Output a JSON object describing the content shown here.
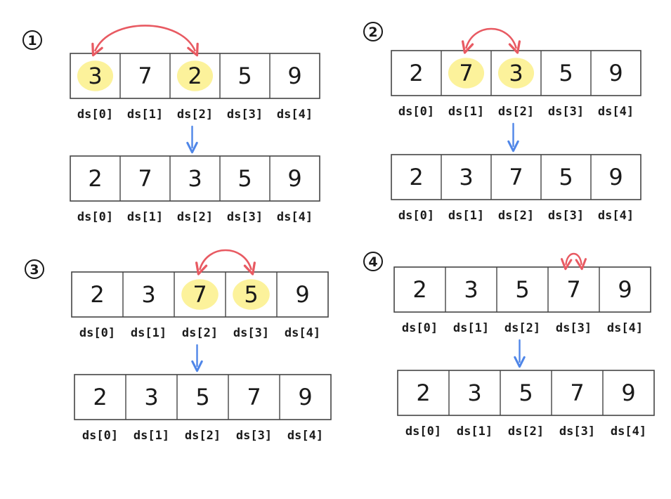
{
  "colors": {
    "line": "#444444",
    "highlight": "#fbf08a",
    "swap_arrow": "#e85a62",
    "down_arrow": "#4f86e8"
  },
  "steps": [
    {
      "number": "1",
      "before": {
        "values": [
          "3",
          "7",
          "2",
          "5",
          "9"
        ],
        "labels": [
          "ds[0]",
          "ds[1]",
          "ds[2]",
          "ds[3]",
          "ds[4]"
        ]
      },
      "highlighted": [
        0,
        2
      ],
      "after": {
        "values": [
          "2",
          "7",
          "3",
          "5",
          "9"
        ],
        "labels": [
          "ds[0]",
          "ds[1]",
          "ds[2]",
          "ds[3]",
          "ds[4]"
        ]
      }
    },
    {
      "number": "2",
      "before": {
        "values": [
          "2",
          "7",
          "3",
          "5",
          "9"
        ],
        "labels": [
          "ds[0]",
          "ds[1]",
          "ds[2]",
          "ds[3]",
          "ds[4]"
        ]
      },
      "highlighted": [
        1,
        2
      ],
      "after": {
        "values": [
          "2",
          "3",
          "7",
          "5",
          "9"
        ],
        "labels": [
          "ds[0]",
          "ds[1]",
          "ds[2]",
          "ds[3]",
          "ds[4]"
        ]
      }
    },
    {
      "number": "3",
      "before": {
        "values": [
          "2",
          "3",
          "7",
          "5",
          "9"
        ],
        "labels": [
          "ds[0]",
          "ds[1]",
          "ds[2]",
          "ds[3]",
          "ds[4]"
        ]
      },
      "highlighted": [
        2,
        3
      ],
      "after": {
        "values": [
          "2",
          "3",
          "5",
          "7",
          "9"
        ],
        "labels": [
          "ds[0]",
          "ds[1]",
          "ds[2]",
          "ds[3]",
          "ds[4]"
        ]
      }
    },
    {
      "number": "4",
      "before": {
        "values": [
          "2",
          "3",
          "5",
          "7",
          "9"
        ],
        "labels": [
          "ds[0]",
          "ds[1]",
          "ds[2]",
          "ds[3]",
          "ds[4]"
        ]
      },
      "highlighted": [],
      "self_swap": 3,
      "after": {
        "values": [
          "2",
          "3",
          "5",
          "7",
          "9"
        ],
        "labels": [
          "ds[0]",
          "ds[1]",
          "ds[2]",
          "ds[3]",
          "ds[4]"
        ]
      }
    }
  ]
}
